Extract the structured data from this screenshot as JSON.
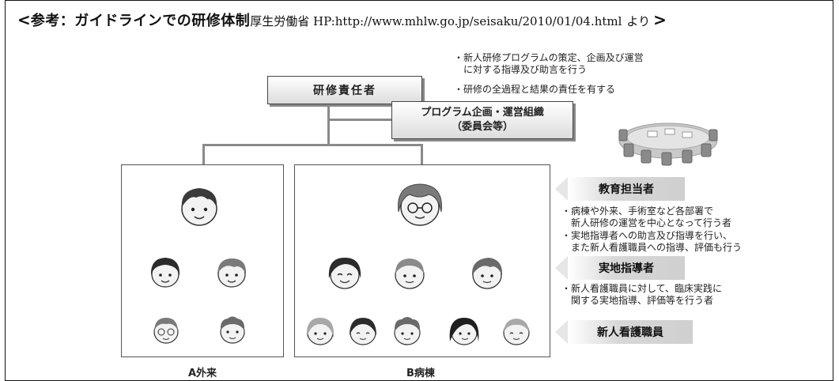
{
  "header": {
    "open_bracket": "<",
    "title": "参考：ガイドラインでの研修体制",
    "source": "厚生労働省 HP:http://www.mhlw.go.jp/seisaku/2010/01/04.html",
    "source_suffix": "より",
    "close_bracket": ">"
  },
  "top": {
    "head_label": "研修責任者",
    "head_note_1": "・新人研修プログラムの策定、企画及び運営",
    "head_note_2": "　に対する指導及び助言を行う",
    "head_note_3": "・研修の全過程と結果の責任を有する",
    "program_line_1": "プログラム企画・運営組織",
    "program_line_2": "（委員会等）"
  },
  "panels": {
    "a_caption": "A外来",
    "b_caption": "B病棟"
  },
  "roles": {
    "educator": {
      "label": "教育担当者",
      "desc_1": "・病棟や外来、手術室など各部署で",
      "desc_2": "　新人研修の運営を中心となって行う者",
      "desc_3": "・実地指導者への助言及び指導を行い、",
      "desc_4": "　また新人看護職員への指導、評価も行う"
    },
    "field_instructor": {
      "label": "実地指導者",
      "desc_1": "・新人看護職員に対して、臨床実践に",
      "desc_2": "　関する実地指導、評価等を行う者"
    },
    "new_nurse": {
      "label": "新人看護職員"
    }
  },
  "colors": {
    "line": "#8a8a8a",
    "face_skin": "#f2f2f2",
    "hair_dark": "#2b2b2b",
    "hair_mid": "#7a7a7a",
    "hair_light": "#a8a8a8"
  }
}
